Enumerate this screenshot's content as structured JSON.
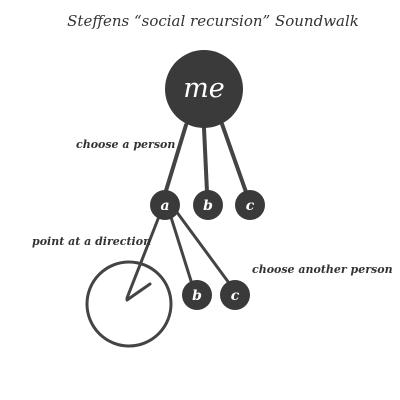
{
  "title": "Steffens “social recursion” Soundwalk",
  "nodes": {
    "root": "me",
    "first_a": "a",
    "first_b": "b",
    "first_c": "c",
    "second_b": "b",
    "second_c": "c"
  },
  "annotations": {
    "choose_person": "choose a person",
    "point_direction": "point at a direction",
    "choose_another": "choose another person"
  },
  "colors": {
    "node_fill": "#3a3a3a",
    "line": "#444444",
    "node_text": "#ffffff",
    "annotation_text": "#333333"
  },
  "icons": {
    "compass": "direction-dial-icon"
  }
}
